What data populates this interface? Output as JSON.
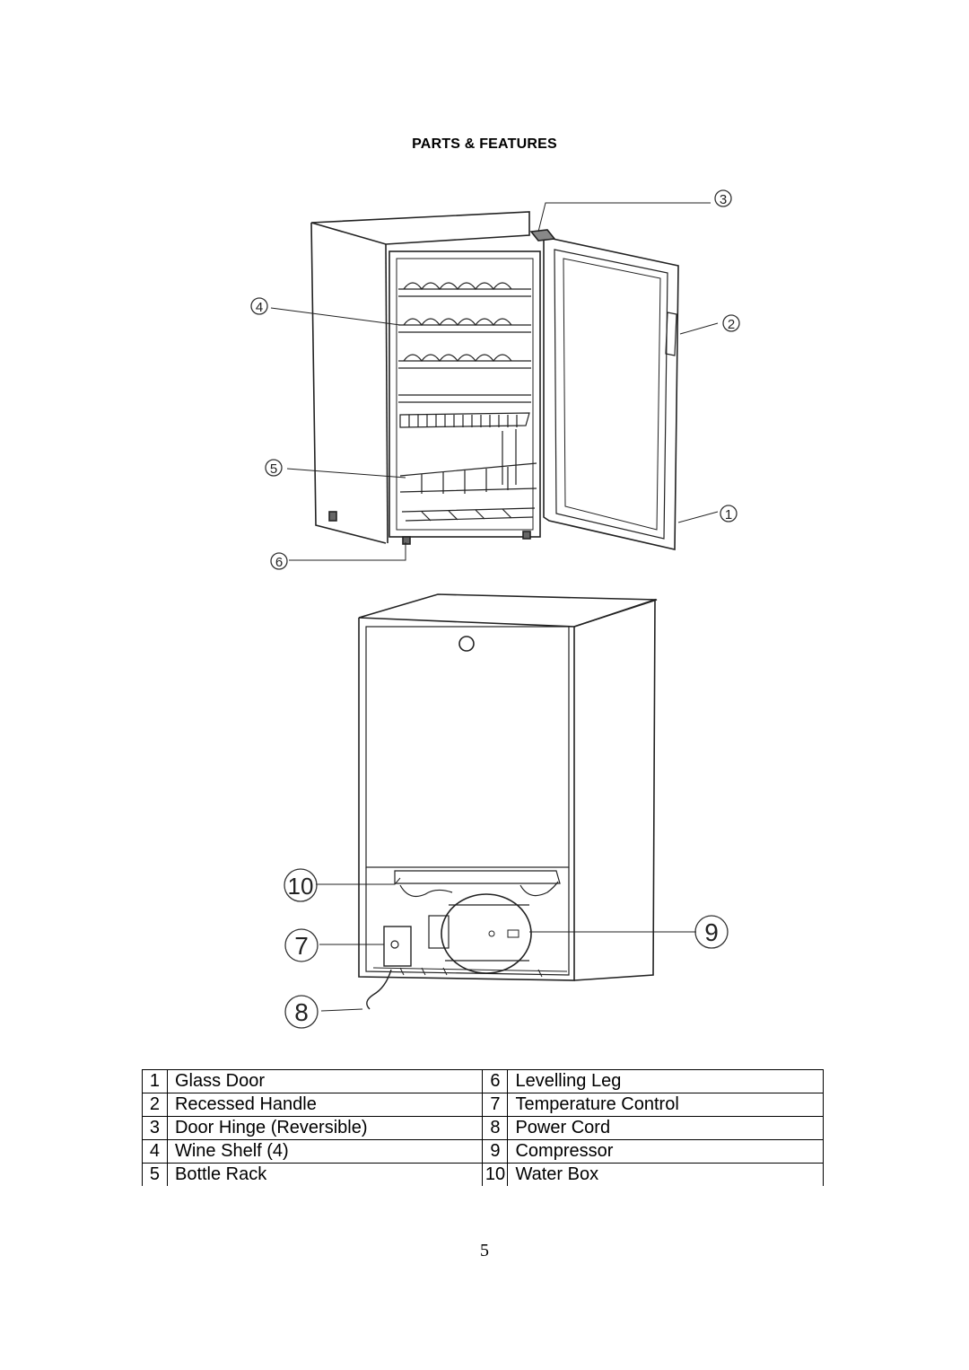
{
  "page": {
    "title": "PARTS & FEATURES",
    "page_number": "5"
  },
  "callouts": {
    "c1": "1",
    "c2": "2",
    "c3": "3",
    "c4": "4",
    "c5": "5",
    "c6": "6",
    "c7": "7",
    "c8": "8",
    "c9": "9",
    "c10": "10"
  },
  "parts_table": {
    "rows": [
      {
        "n1": "1",
        "p1": "Glass Door",
        "n2": "6",
        "p2": "Levelling Leg"
      },
      {
        "n1": "2",
        "p1": "Recessed Handle",
        "n2": "7",
        "p2": "Temperature Control"
      },
      {
        "n1": "3",
        "p1": "Door Hinge (Reversible)",
        "n2": "8",
        "p2": "Power Cord"
      },
      {
        "n1": "4",
        "p1": "Wine Shelf (4)",
        "n2": "9",
        "p2": "Compressor"
      },
      {
        "n1": "5",
        "p1": "Bottle Rack",
        "n2": "10",
        "p2": "Water Box"
      }
    ]
  }
}
